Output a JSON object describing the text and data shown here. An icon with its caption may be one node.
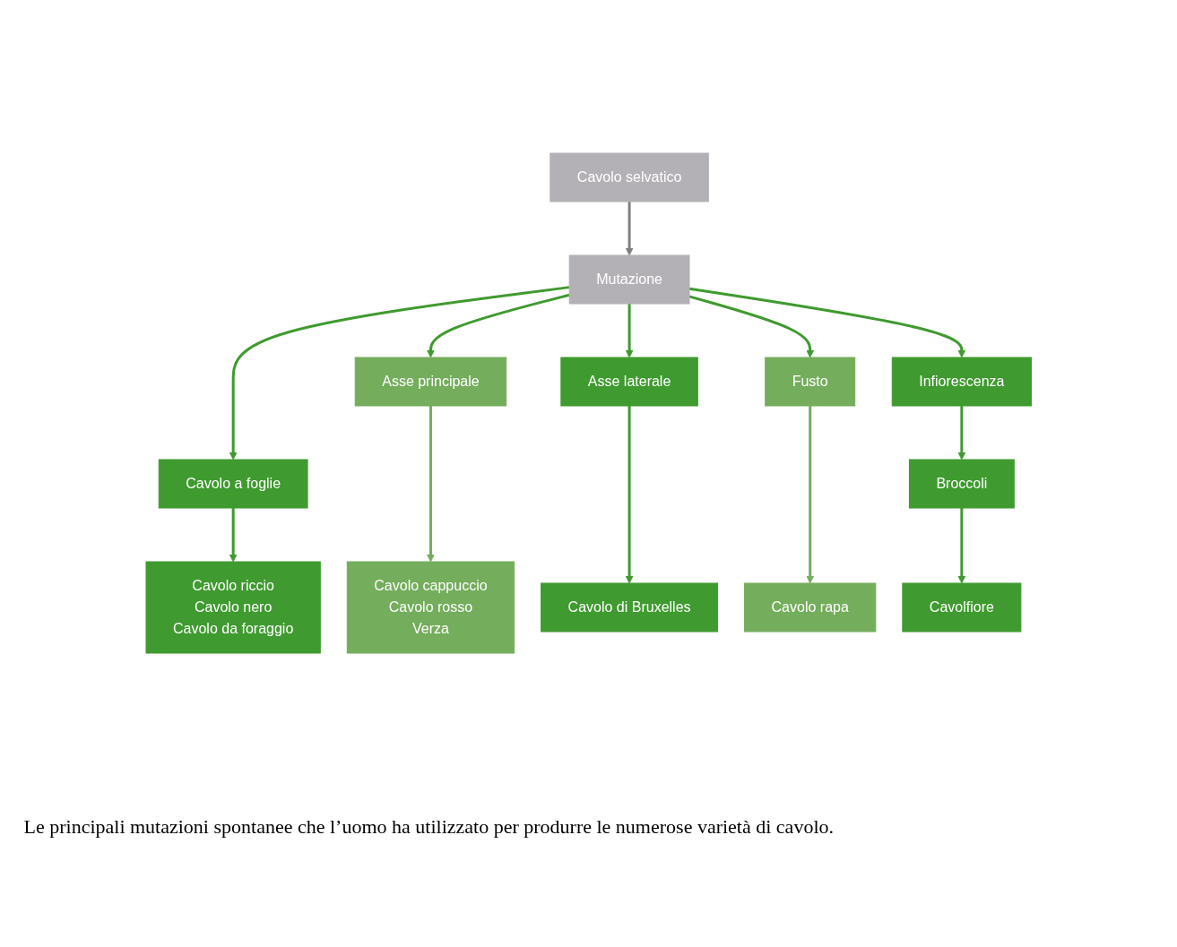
{
  "diagram": {
    "caption": "Le principali mutazioni spontanee che l’uomo ha utilizzato per produrre le numerose varietà di cavolo.",
    "nodes": [
      {
        "text": [
          "Cavolo selvatico"
        ]
      },
      {
        "text": [
          "Mutazione"
        ]
      },
      {
        "text": [
          "Asse principale"
        ]
      },
      {
        "text": [
          "Asse laterale"
        ]
      },
      {
        "text": [
          "Fusto"
        ]
      },
      {
        "text": [
          "Infiorescenza"
        ]
      },
      {
        "text": [
          "Cavolo a foglie"
        ]
      },
      {
        "text": [
          "Broccoli"
        ]
      },
      {
        "text": [
          "Cavolo riccio",
          "Cavolo nero",
          "Cavolo da foraggio"
        ]
      },
      {
        "text": [
          "Cavolo cappuccio",
          "Cavolo rosso",
          "Verza"
        ]
      },
      {
        "text": [
          "Cavolo di Bruxelles"
        ]
      },
      {
        "text": [
          "Cavolo rapa"
        ]
      },
      {
        "text": [
          "Cavolfiore"
        ]
      }
    ],
    "edges": [
      {
        "from": 0,
        "to": 1,
        "arrow": "to",
        "color": "#808080"
      },
      {
        "from": 1,
        "to": 6,
        "arrow": "to"
      },
      {
        "from": 1,
        "to": 2,
        "arrow": "to"
      },
      {
        "from": 1,
        "to": 3,
        "arrow": "to"
      },
      {
        "from": 1,
        "to": 4,
        "arrow": "to"
      },
      {
        "from": 1,
        "to": 5,
        "arrow": "to"
      },
      {
        "from": 6,
        "to": 8,
        "arrow": "to"
      },
      {
        "from": 2,
        "to": 9,
        "arrow": "to",
        "color": "#74ad5c"
      },
      {
        "from": 3,
        "to": 10,
        "arrow": "to"
      },
      {
        "from": 4,
        "to": 11,
        "arrow": "to",
        "color": "#74ad5c"
      },
      {
        "from": 5,
        "to": 7,
        "arrow": "to"
      },
      {
        "from": 7,
        "to": 12,
        "arrow": "to"
      }
    ]
  }
}
